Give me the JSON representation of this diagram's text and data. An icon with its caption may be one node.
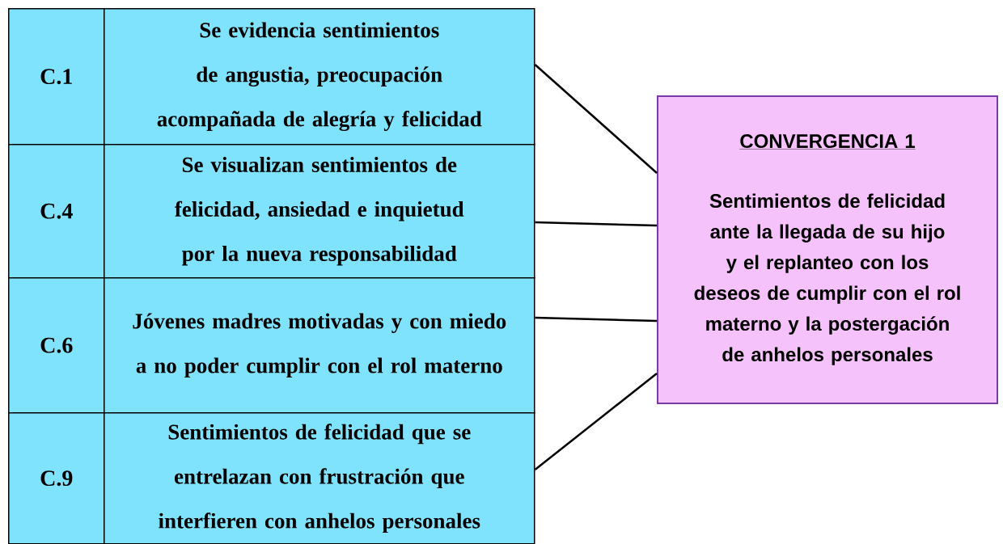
{
  "diagram": {
    "nodes": [
      {
        "text": [
          "C.1"
        ]
      },
      {
        "text": [
          "Se evidencia sentimientos de angustia, preocupación acompañada de alegría y felicidad"
        ]
      },
      {
        "text": [
          "C.4"
        ]
      },
      {
        "text": [
          "Se visualizan sentimientos de felicidad, ansiedad e inquietud por la nueva responsabilidad"
        ]
      },
      {
        "text": [
          "C.6"
        ]
      },
      {
        "text": [
          "Jóvenes madres motivadas y con miedo a no poder cumplir con el rol materno"
        ]
      },
      {
        "text": [
          "C.9"
        ]
      },
      {
        "text": [
          "Sentimientos de felicidad que se entrelazan con frustración que interfieren con anhelos personales"
        ]
      },
      {
        "text": [
          "CONVERGENCIA 1",
          "Sentimientos de felicidad ante la llegada de su hijo y el replanteo con los deseos de cumplir con el rol materno y la postergación de anhelos personales"
        ]
      }
    ],
    "edges": [
      {
        "from": 1,
        "to": 8,
        "arrow": "none"
      },
      {
        "from": 3,
        "to": 8,
        "arrow": "none"
      },
      {
        "from": 5,
        "to": 8,
        "arrow": "none"
      },
      {
        "from": 7,
        "to": 8,
        "arrow": "none"
      }
    ]
  }
}
